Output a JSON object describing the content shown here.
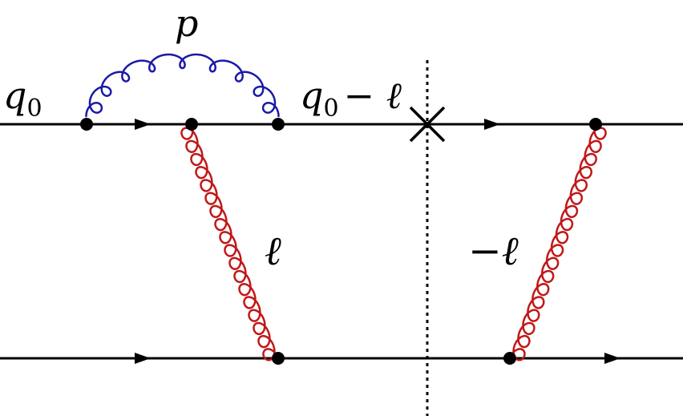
{
  "labels": {
    "q0_left": {
      "base": "q",
      "sub": "0"
    },
    "p": "p",
    "q0_minus_l": {
      "base": "q",
      "sub": "0",
      "rest": "− ℓ"
    },
    "l": "ℓ",
    "minus_l": "−ℓ"
  },
  "colors": {
    "line": "#000000",
    "gluon_top": "#1a1aa8",
    "gluon_exchange": "#c01818"
  }
}
